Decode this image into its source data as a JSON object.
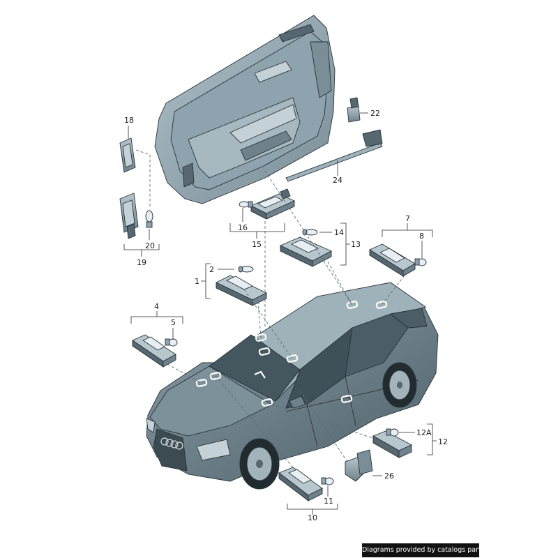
{
  "labels": {
    "l1": "1",
    "l2": "2",
    "l4": "4",
    "l5": "5",
    "l7": "7",
    "l8": "8",
    "l10": "10",
    "l11": "11",
    "l12": "12",
    "l12a": "12A",
    "l13": "13",
    "l14": "14",
    "l15": "15",
    "l16": "16",
    "l18": "18",
    "l19": "19",
    "l20": "20",
    "l22": "22",
    "l24": "24",
    "l26": "26"
  },
  "footer": {
    "credit": "Diagrams provided by catalogs parts"
  },
  "colors": {
    "part_fill": "#8ea3ad",
    "part_dark": "#56676f",
    "car_body": "#6f828c",
    "car_roof": "#a6b7bf",
    "glass": "#3f5058",
    "door_panel": "#95a9b2",
    "door_trim": "#c4d1d7"
  }
}
